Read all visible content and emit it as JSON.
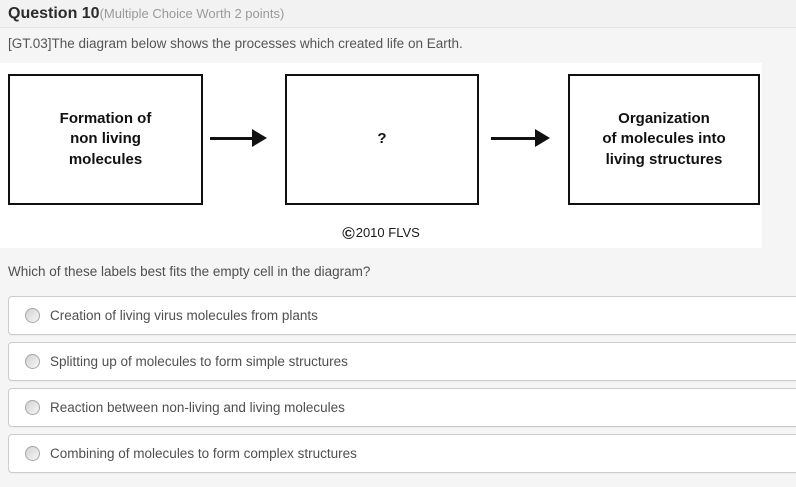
{
  "header": {
    "title": "Question 10",
    "meta": "(Multiple Choice Worth 2 points)"
  },
  "intro": "[GT.03]The diagram below shows the processes which created life on Earth.",
  "diagram": {
    "boxes": [
      "Formation of\nnon living\nmolecules",
      "?",
      "Organization\nof molecules into\nliving structures"
    ],
    "copyright_symbol": "©",
    "copyright_text": "2010 FLVS"
  },
  "question": "Which of these labels best fits the empty cell in the diagram?",
  "options": [
    {
      "label": "Creation of living virus molecules from plants",
      "selected": false
    },
    {
      "label": "Splitting up of molecules to form simple structures",
      "selected": false
    },
    {
      "label": "Reaction between non-living and living molecules",
      "selected": false
    },
    {
      "label": "Combining of molecules to form complex structures",
      "selected": false
    }
  ],
  "colors": {
    "page_bg": "#f5f5f5",
    "diagram_bg": "#ffffff",
    "box_border": "#111111",
    "option_border": "#cccccc",
    "text": "#4f4f4f",
    "meta_text": "#9a9a9a"
  }
}
